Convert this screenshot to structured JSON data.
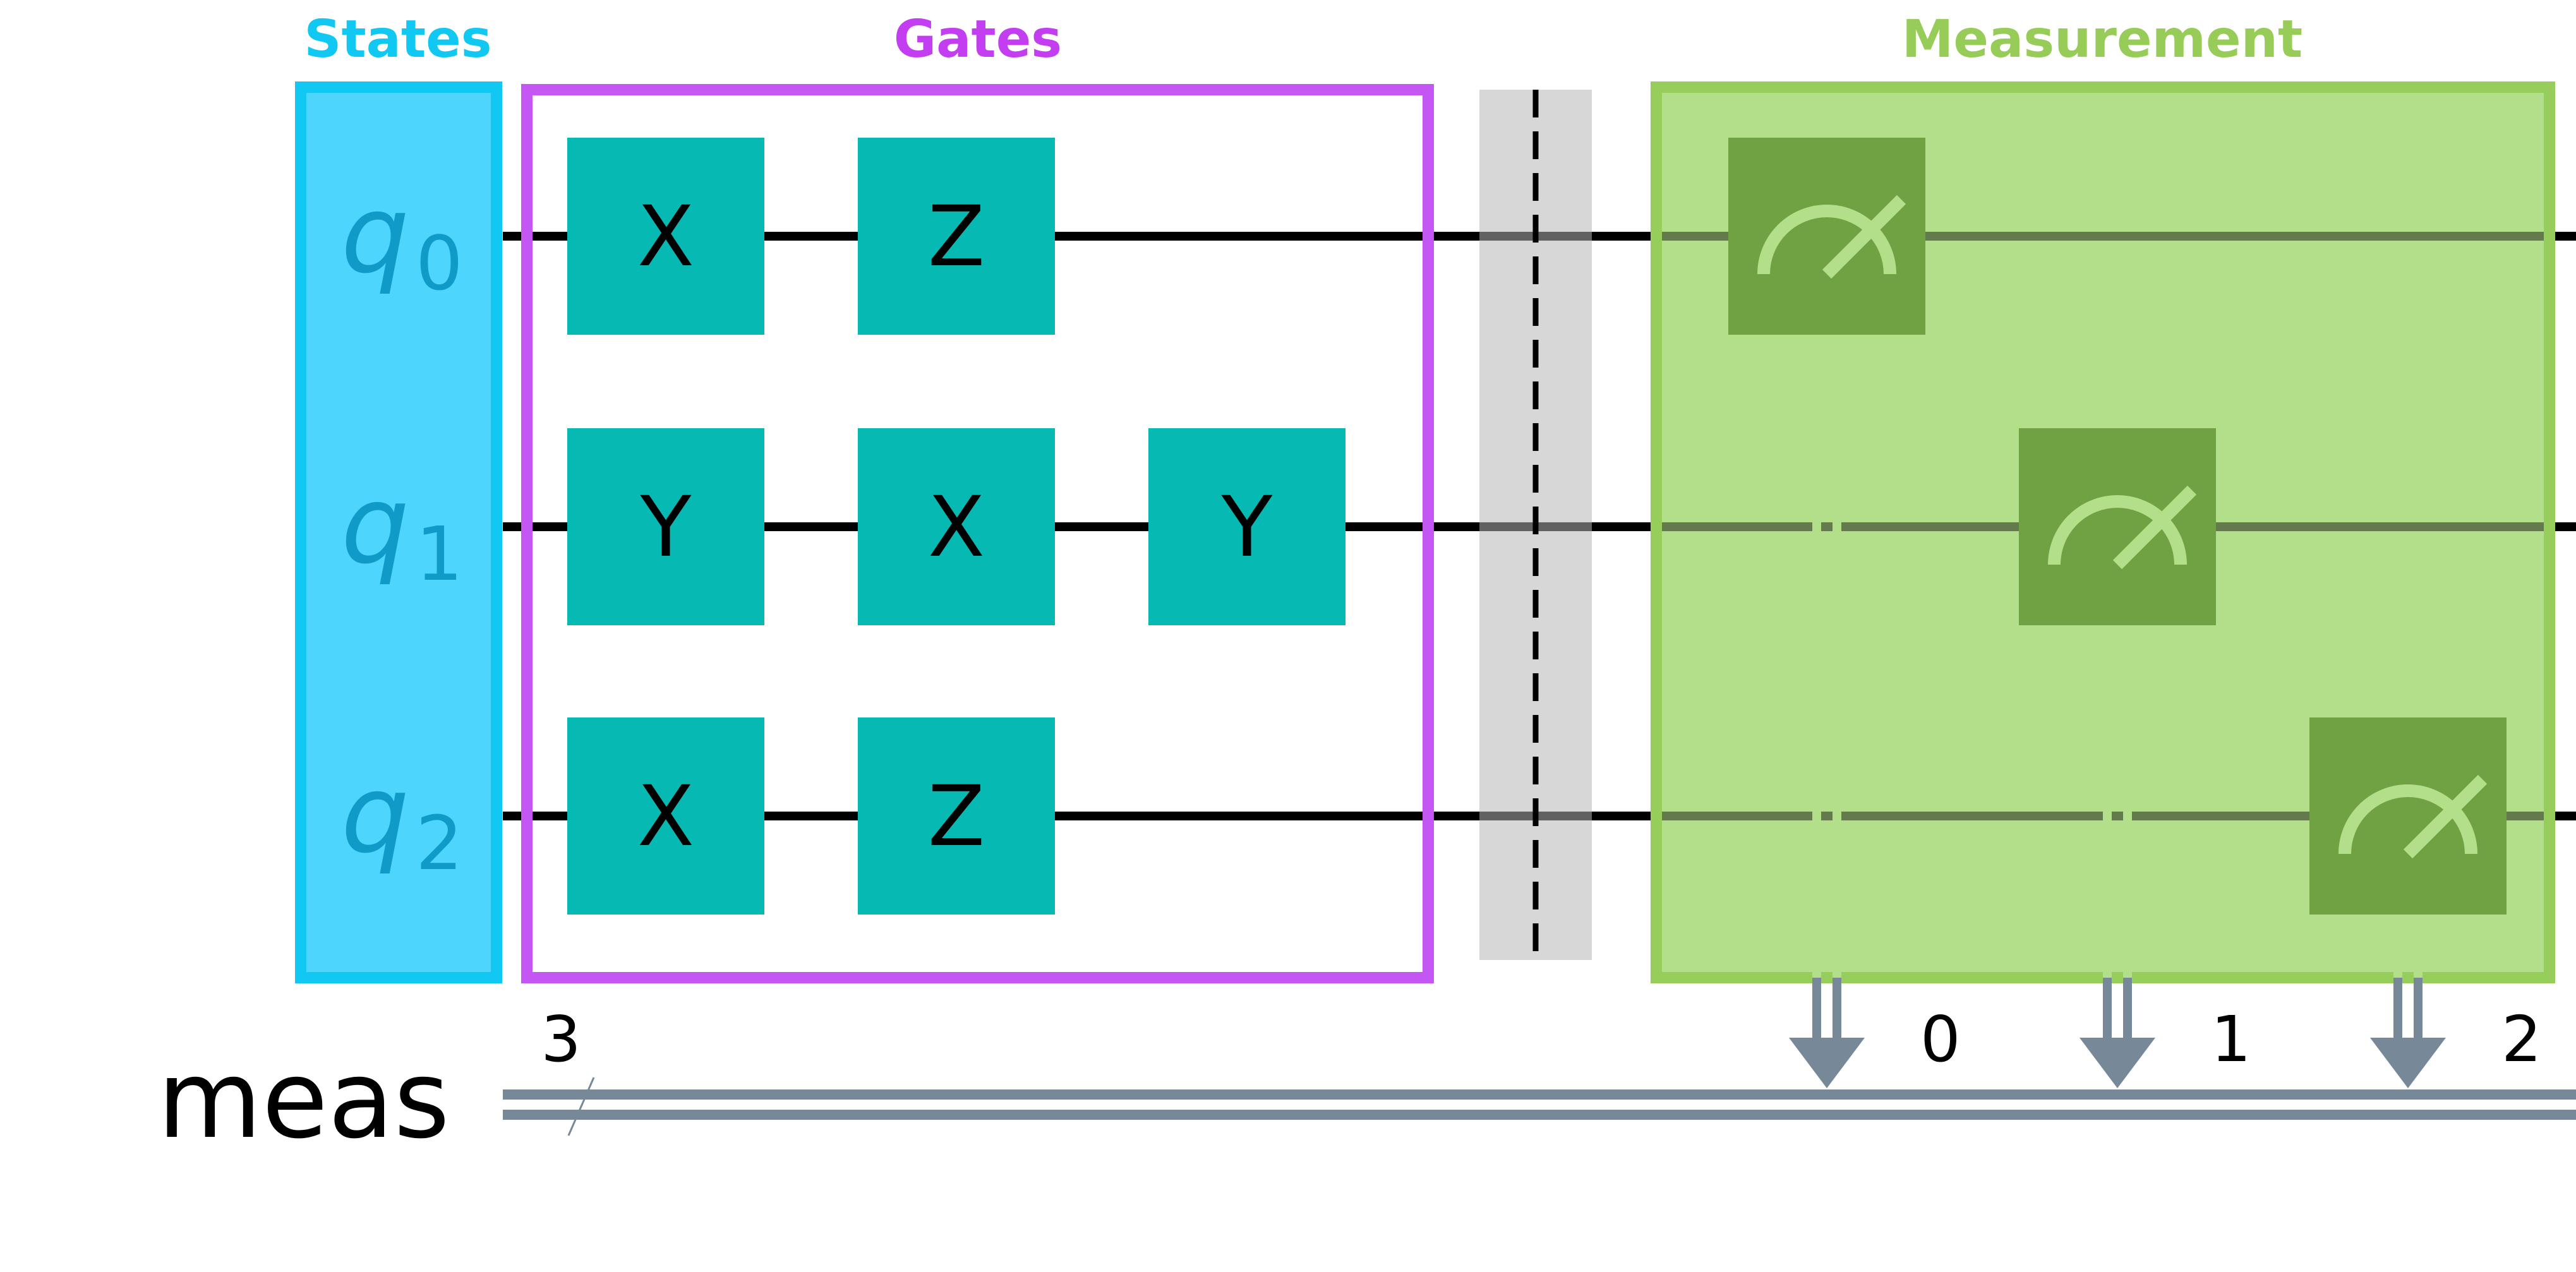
{
  "sections": {
    "states": {
      "title": "States"
    },
    "gates": {
      "title": "Gates"
    },
    "measurement": {
      "title": "Measurement"
    }
  },
  "qubits": [
    {
      "name": "q",
      "index": "0"
    },
    {
      "name": "q",
      "index": "1"
    },
    {
      "name": "q",
      "index": "2"
    }
  ],
  "gates": [
    {
      "qubit": 0,
      "column": 0,
      "label": "X"
    },
    {
      "qubit": 0,
      "column": 1,
      "label": "Z"
    },
    {
      "qubit": 1,
      "column": 0,
      "label": "Y"
    },
    {
      "qubit": 1,
      "column": 1,
      "label": "X"
    },
    {
      "qubit": 1,
      "column": 2,
      "label": "Y"
    },
    {
      "qubit": 2,
      "column": 0,
      "label": "X"
    },
    {
      "qubit": 2,
      "column": 1,
      "label": "Z"
    }
  ],
  "barrier": {
    "present": true
  },
  "measurements": [
    {
      "qubit": 0,
      "clbit": "0",
      "icon": "measure-meter-icon"
    },
    {
      "qubit": 1,
      "clbit": "1",
      "icon": "measure-meter-icon"
    },
    {
      "qubit": 2,
      "clbit": "2",
      "icon": "measure-meter-icon"
    }
  ],
  "classical_register": {
    "name": "meas",
    "size": "3"
  },
  "colors": {
    "states_border": "#10c8f2",
    "states_fill": "#4dd5fd",
    "qubit_label": "#0f9ac8",
    "gates_border": "#c457f3",
    "gates_title": "#c23ef0",
    "gate_fill": "#07b9b3",
    "barrier_fill": "#d8d8d8",
    "measurement_border": "#96cd5b",
    "measurement_fill": "#b3df8a",
    "measurement_title": "#98cc58",
    "measure_box": "#70a143",
    "meter_stroke": "#b3df8a",
    "wire": "#000000",
    "classical_wire": "#778899"
  }
}
